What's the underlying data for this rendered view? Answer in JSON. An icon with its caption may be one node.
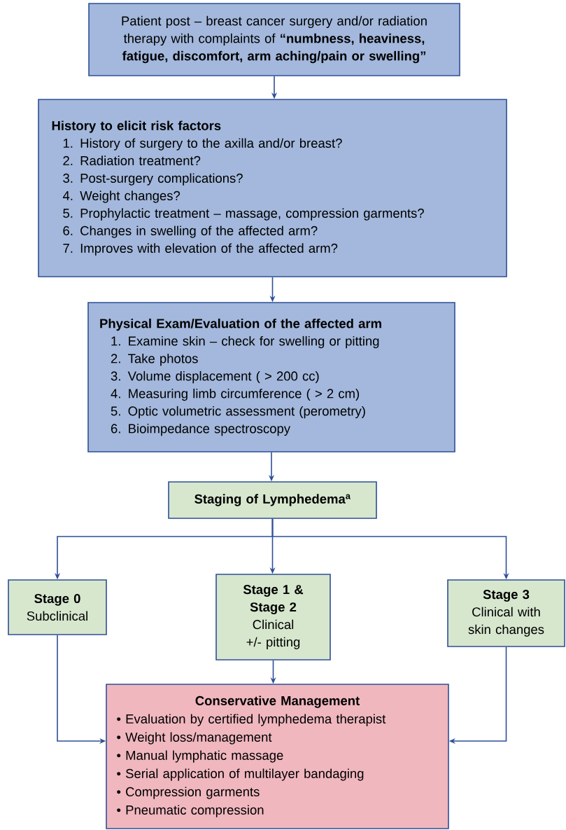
{
  "diagram": {
    "nodes": [
      {
        "text": [
          "Patient post – breast cancer surgery and/or radiation therapy with complaints of **“numbness, heaviness, fatigue, discomfort, arm aching/pain or swelling”**"
        ]
      },
      {
        "text": [
          "History to elicit risk factors",
          "1. History of surgery to the axilla and/or breast?",
          "2. Radiation treatment?",
          "3. Post-surgery complications?",
          "4. Weight changes?",
          "5. Prophylactic treatment – massage, compression garments?",
          "6. Changes in swelling of the affected arm?",
          "7. Improves with elevation of the affected arm?"
        ]
      },
      {
        "text": [
          "Physical Exam/Evaluation of the affected arm",
          "1. Examine skin – check for swelling or pitting",
          "2. Take photos",
          "3. Volume displacement ( > 200 cc)",
          "4. Measuring limb circumference ( > 2 cm)",
          "5. Optic volumetric assessment (perometry)",
          "6. Bioimpedance spectroscopy"
        ]
      },
      {
        "text": [
          "Staging of Lymphedema$^{a}$"
        ]
      },
      {
        "text": [
          "Stage 0",
          "Subclinical"
        ]
      },
      {
        "text": [
          "Stage 1 & Stage 2",
          "Clinical +/- pitting"
        ]
      },
      {
        "text": [
          "Stage 3",
          "Clinical with skin changes"
        ]
      },
      {
        "text": [
          "Conservative Management",
          "• Evaluation by certified lymphedema therapist",
          "• Weight loss/management",
          "• Manual lymphatic massage",
          "• Serial application of multilayer bandaging",
          "• Compression garments",
          "• Pneumatic compression"
        ]
      }
    ],
    "edges": [
      {
        "from": 0,
        "to": 1,
        "arrow": "to"
      },
      {
        "from": 1,
        "to": 2,
        "arrow": "to"
      },
      {
        "from": 2,
        "to": 3,
        "arrow": "to"
      },
      {
        "from": 3,
        "to": 4,
        "arrow": "to"
      },
      {
        "from": 3,
        "to": 5,
        "arrow": "to"
      },
      {
        "from": 3,
        "to": 6,
        "arrow": "to"
      },
      {
        "from": 4,
        "to": 7,
        "arrow": "to"
      },
      {
        "from": 5,
        "to": 7,
        "arrow": "to"
      },
      {
        "from": 6,
        "to": 7,
        "arrow": "to"
      }
    ]
  }
}
